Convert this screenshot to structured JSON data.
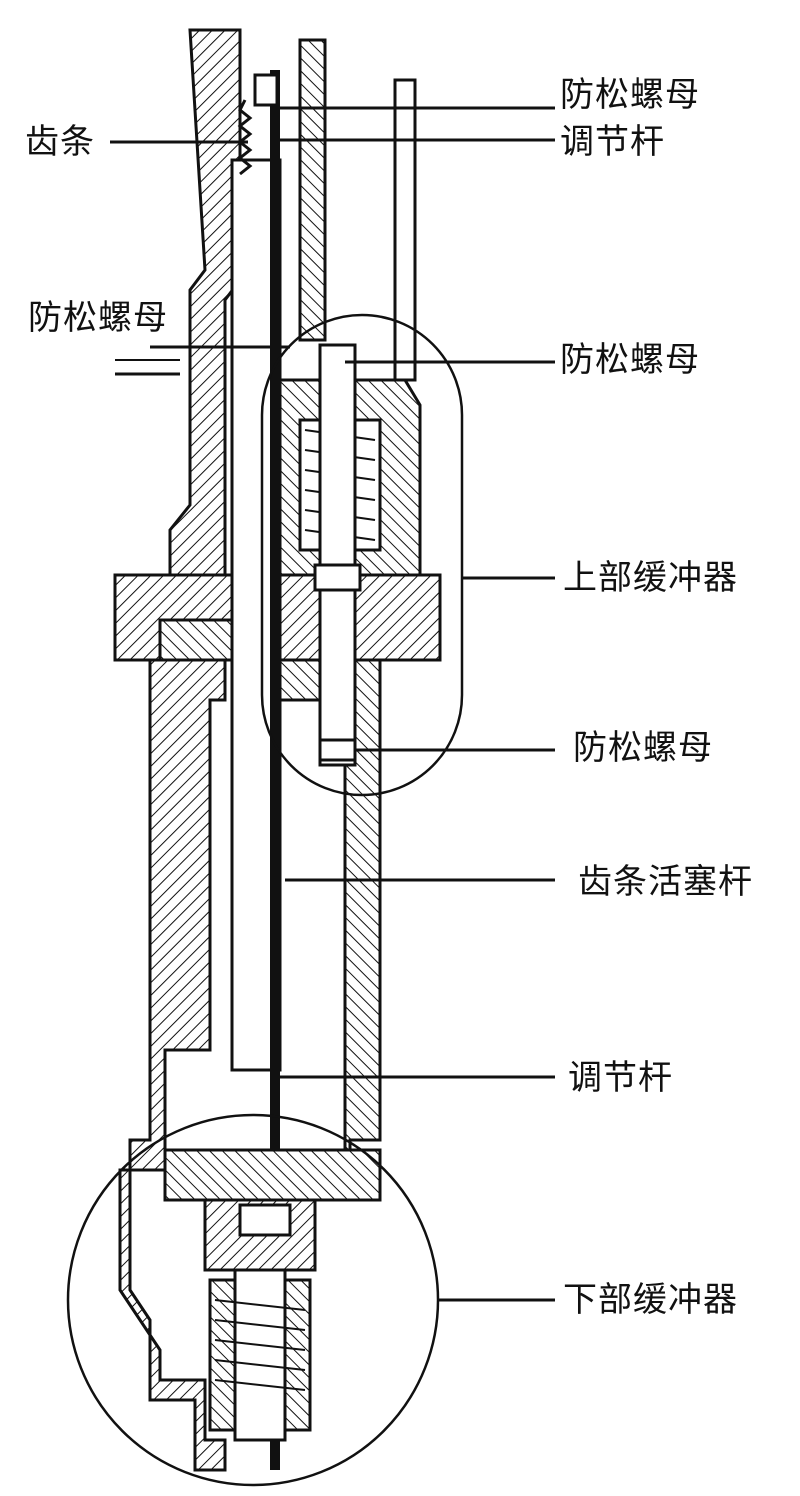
{
  "labels": {
    "locknut_top": "防松螺母",
    "rack": "齿条",
    "adjust_rod_top": "调节杆",
    "locknut_left": "防松螺母",
    "locknut_upper_buffer_top": "防松螺母",
    "upper_buffer": "上部缓冲器",
    "locknut_upper_buffer_bottom": "防松螺母",
    "rack_piston_rod": "齿条活塞杆",
    "adjust_rod_bottom": "调节杆",
    "lower_buffer": "下部缓冲器"
  }
}
